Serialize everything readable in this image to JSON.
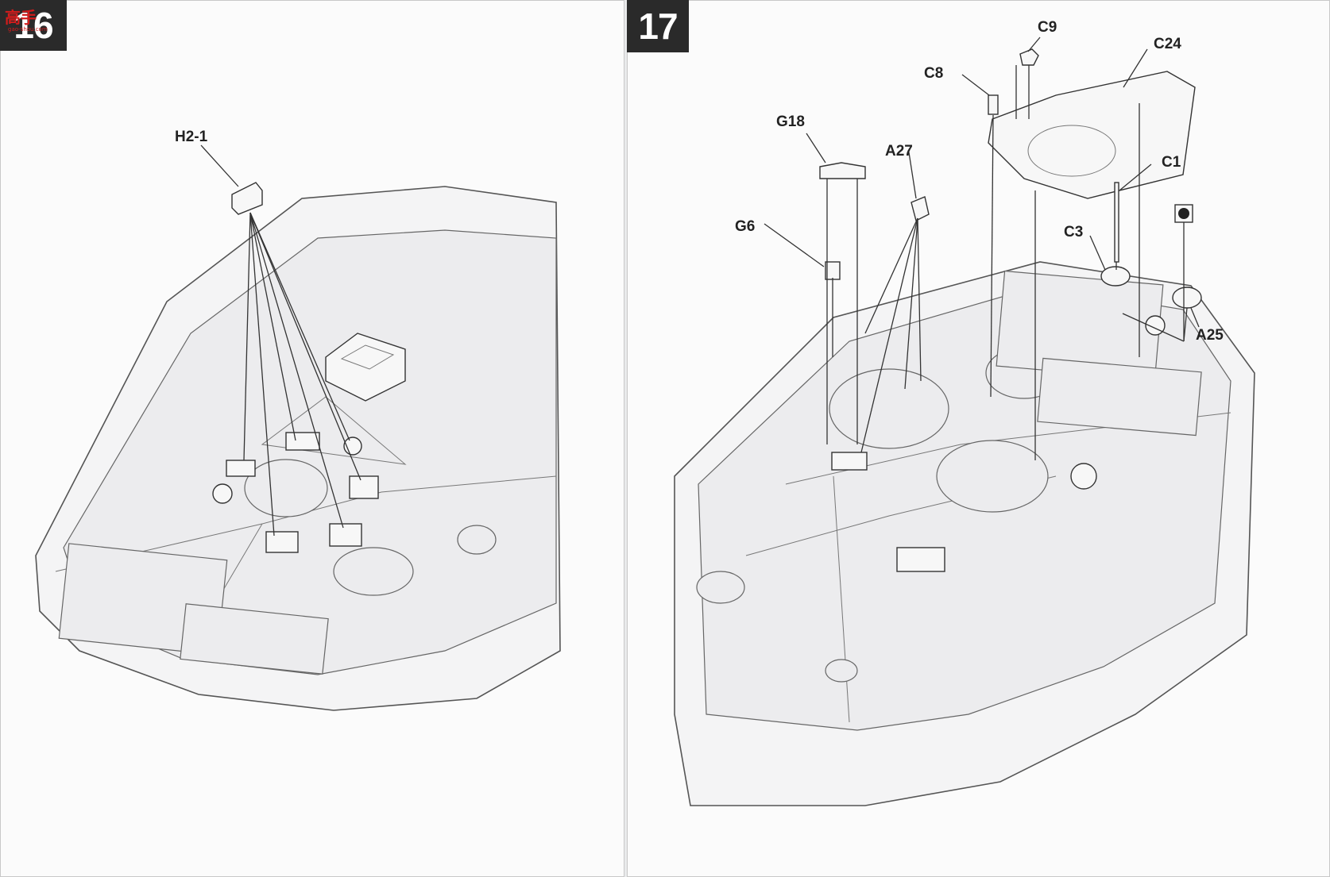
{
  "watermark": {
    "brand": "高手",
    "url": "gao-shou.com"
  },
  "steps": [
    {
      "number": "16",
      "parts": [
        "H2-1"
      ]
    },
    {
      "number": "17",
      "parts": [
        "C9",
        "C24",
        "C8",
        "G18",
        "A27",
        "C1",
        "G6",
        "C3",
        "A25"
      ]
    }
  ]
}
